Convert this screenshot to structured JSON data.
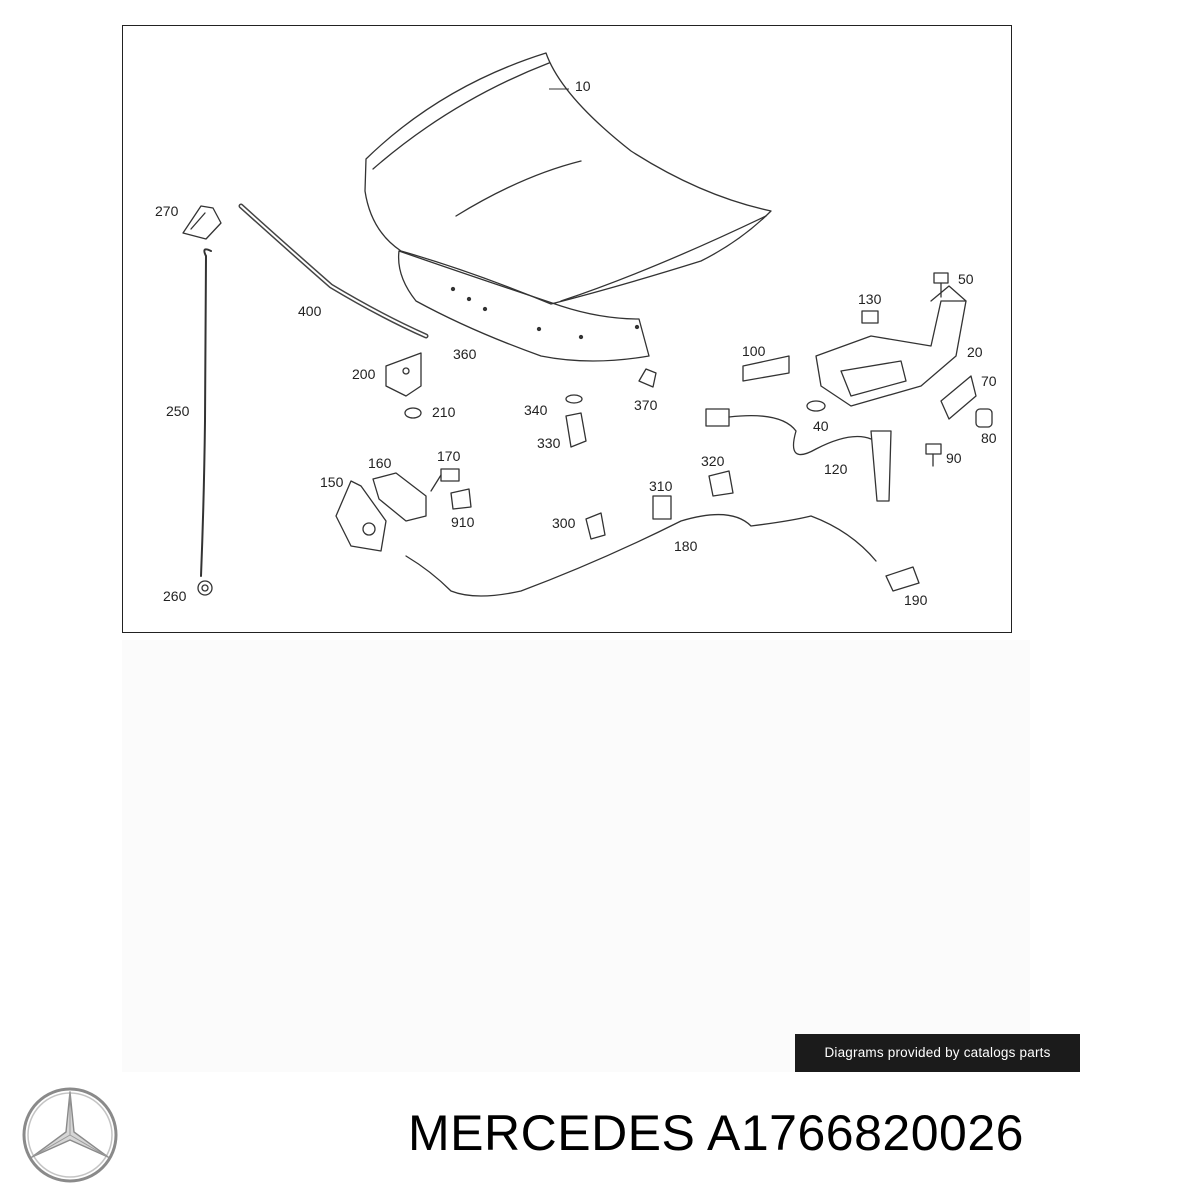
{
  "diagram": {
    "callouts": [
      "10",
      "270",
      "400",
      "360",
      "250",
      "200",
      "210",
      "340",
      "370",
      "330",
      "100",
      "130",
      "50",
      "20",
      "70",
      "40",
      "80",
      "90",
      "120",
      "160",
      "170",
      "150",
      "910",
      "310",
      "320",
      "300",
      "180",
      "260",
      "190"
    ]
  },
  "footer": {
    "credit": "Diagrams provided by catalogs parts",
    "brand": "MERCEDES",
    "part_number": "A1766820026",
    "title": "MERCEDES A1766820026"
  },
  "colors": {
    "line": "#333333",
    "badge_bg": "#1b1b1b",
    "badge_text": "#ffffff"
  },
  "icons": {
    "brand_logo": "mercedes-star-icon"
  }
}
